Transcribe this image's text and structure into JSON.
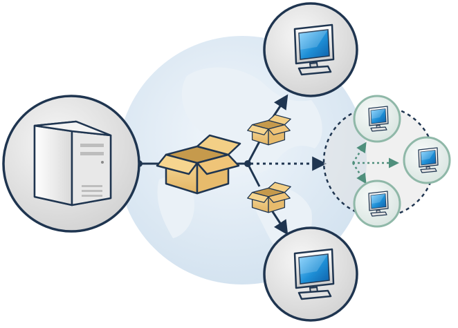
{
  "diagram": {
    "nodes": [
      {
        "id": "server",
        "kind": "server-tower"
      },
      {
        "id": "package-main",
        "kind": "package"
      },
      {
        "id": "package-up",
        "kind": "package"
      },
      {
        "id": "package-down",
        "kind": "package"
      },
      {
        "id": "client-top",
        "kind": "monitor"
      },
      {
        "id": "client-bottom",
        "kind": "monitor"
      },
      {
        "id": "peer-group",
        "kind": "dashed-cluster",
        "members": [
          "peer-top",
          "peer-right",
          "peer-bottom"
        ]
      }
    ],
    "edges": [
      {
        "from": "server",
        "to": "package-main",
        "style": "solid"
      },
      {
        "from": "package-main",
        "to": "package-up",
        "style": "solid"
      },
      {
        "from": "package-main",
        "to": "package-down",
        "style": "solid"
      },
      {
        "from": "package-up",
        "to": "client-top",
        "style": "solid-arrow"
      },
      {
        "from": "package-down",
        "to": "client-bottom",
        "style": "solid-arrow"
      },
      {
        "from": "package-main",
        "to": "peer-group",
        "style": "dotted-arrow"
      }
    ],
    "colors": {
      "outline": "#1f3550",
      "globe": "#dde9f3",
      "land": "#eef3f8",
      "circle_fill": "#e6e6e6",
      "box_light": "#f7d896",
      "box_dark": "#c69a4c",
      "screen": "#1e8fd6",
      "peer_ring": "#8fb8a8",
      "peer_arrow": "#4f8f7c"
    }
  }
}
